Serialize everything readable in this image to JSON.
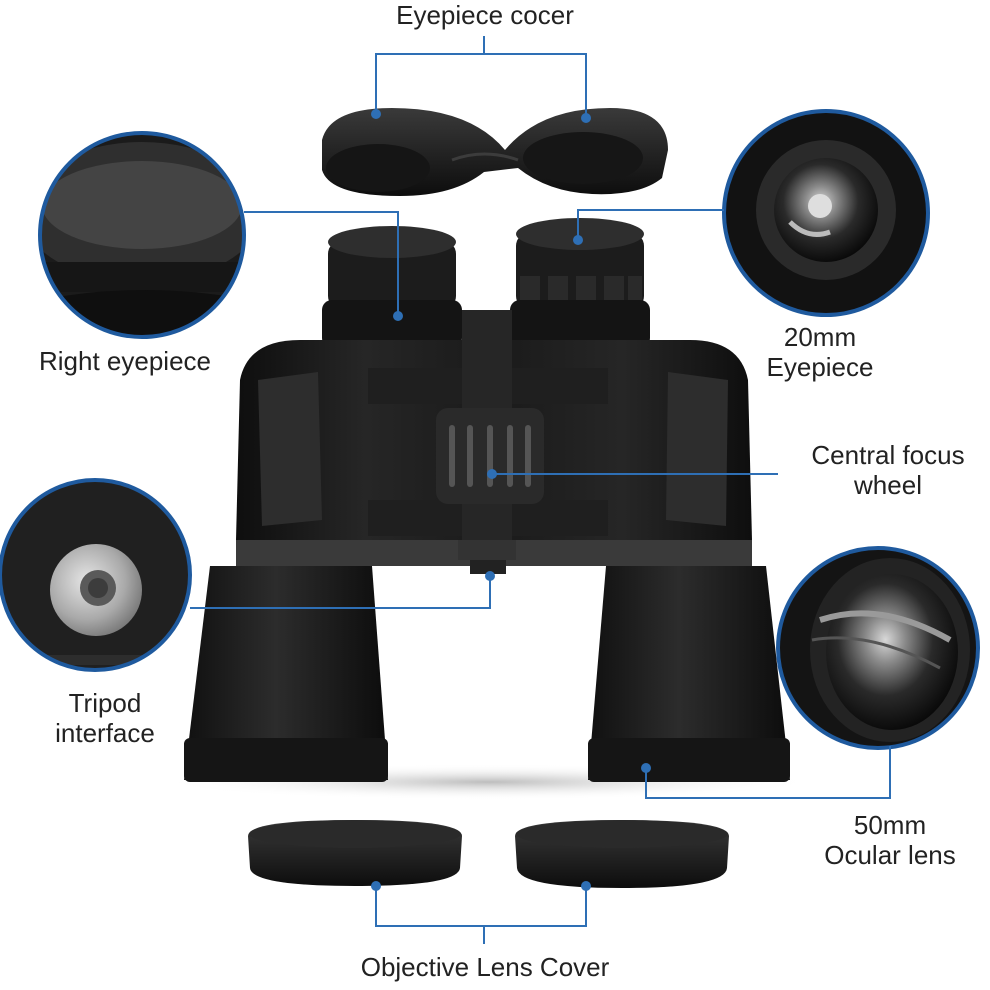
{
  "labels": {
    "eyepiece_cover": "Eyepiece cocer",
    "right_eyepiece": "Right eyepiece",
    "eyepiece_20mm": {
      "line1": "20mm",
      "line2": "Eyepiece"
    },
    "focus_wheel": {
      "line1": "Central focus",
      "line2": "wheel"
    },
    "tripod": {
      "line1": "Tripod",
      "line2": "interface"
    },
    "ocular_50mm": {
      "line1": "50mm",
      "line2": "Ocular lens"
    },
    "objective_cover": "Objective Lens Cover"
  },
  "colors": {
    "leader_line": "#2e6fb5",
    "callout_ring": "#1f5a9e",
    "body": "#1d1d1d",
    "text": "#222222",
    "background": "#ffffff"
  }
}
